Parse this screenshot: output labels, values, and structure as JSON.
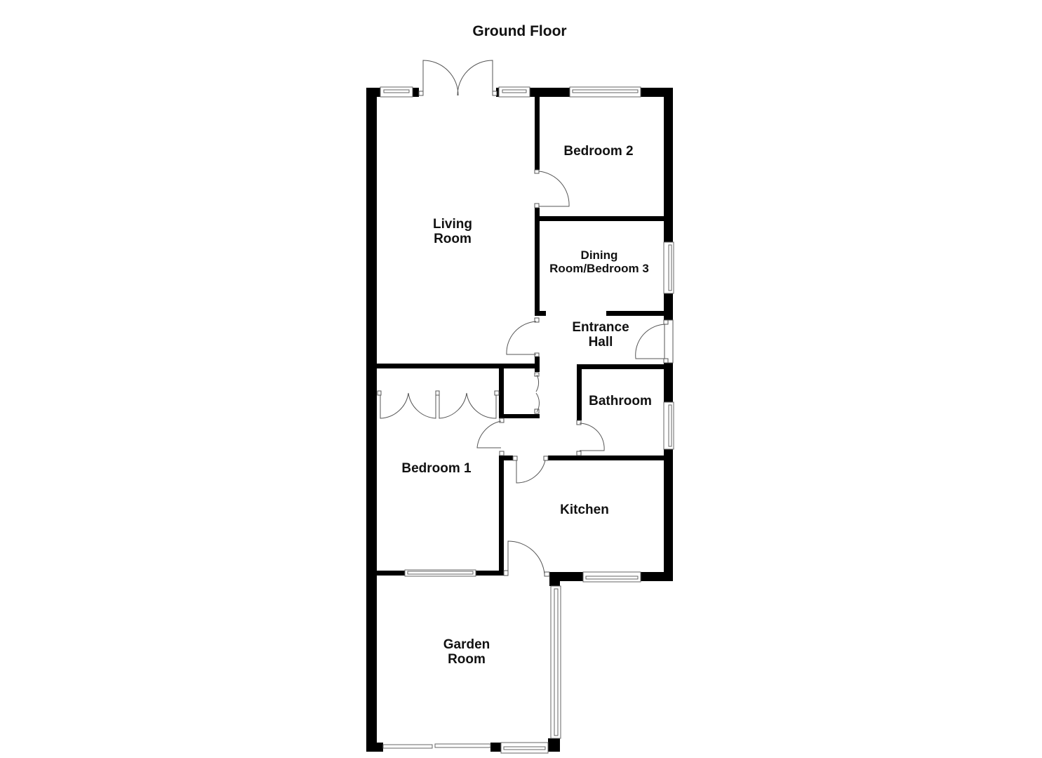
{
  "plan": {
    "title": "Ground Floor",
    "rooms": [
      {
        "id": "living-room",
        "line1": "Living",
        "line2": "Room"
      },
      {
        "id": "bedroom-2",
        "line1": "Bedroom 2",
        "line2": ""
      },
      {
        "id": "dining-room",
        "line1": "Dining",
        "line2": "Room/Bedroom 3"
      },
      {
        "id": "entrance-hall",
        "line1": "Entrance",
        "line2": "Hall"
      },
      {
        "id": "bathroom",
        "line1": "Bathroom",
        "line2": ""
      },
      {
        "id": "bedroom-1",
        "line1": "Bedroom 1",
        "line2": ""
      },
      {
        "id": "kitchen",
        "line1": "Kitchen",
        "line2": ""
      },
      {
        "id": "garden-room",
        "line1": "Garden",
        "line2": "Room"
      }
    ],
    "colors": {
      "wall": "#000000",
      "background": "#ffffff",
      "fixture": "#555555"
    }
  }
}
